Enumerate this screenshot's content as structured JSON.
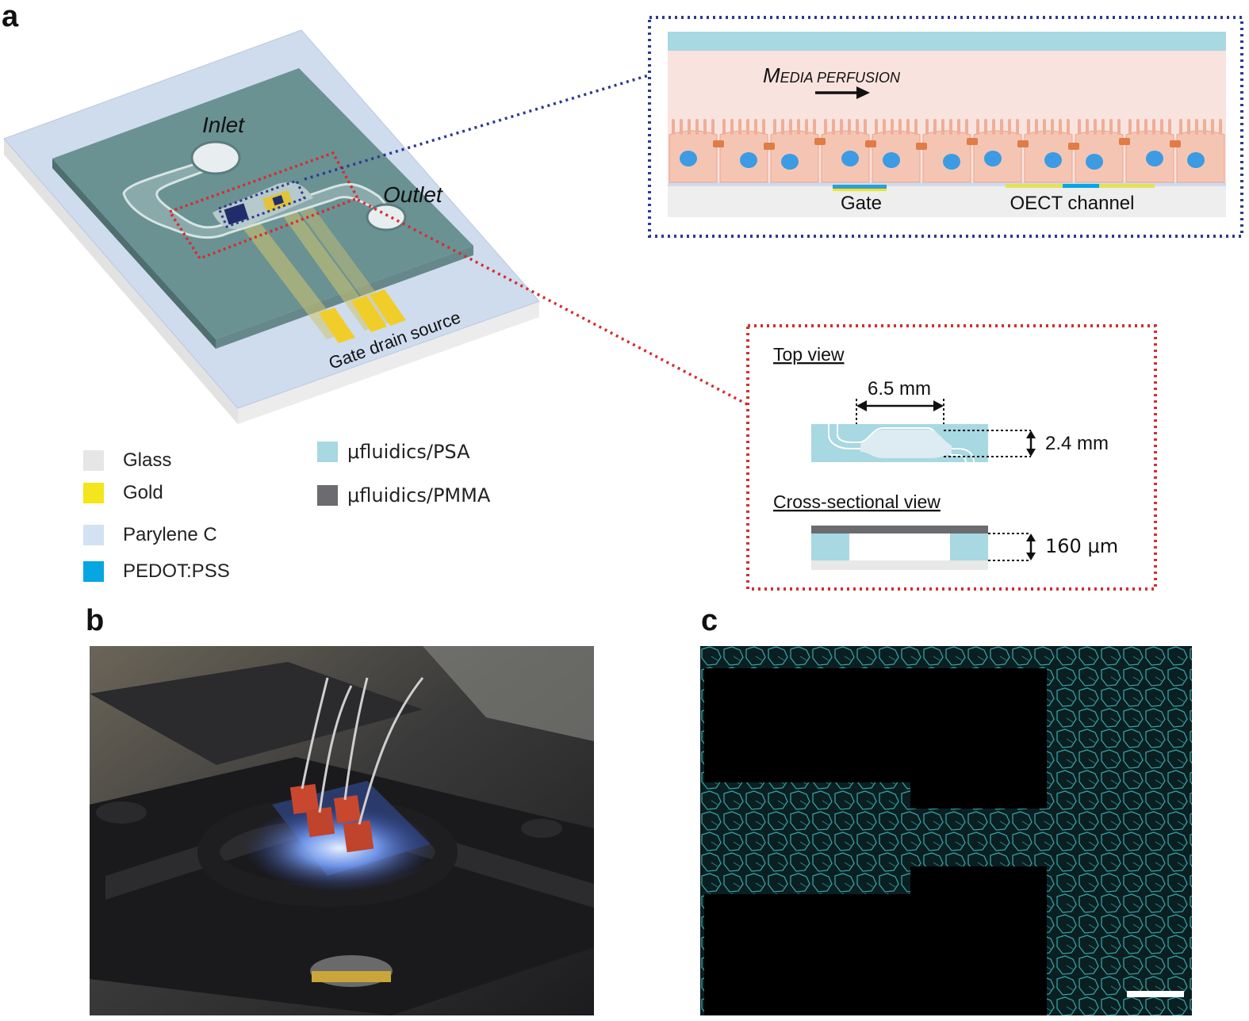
{
  "panels": {
    "a": "a",
    "b": "b",
    "c": "c"
  },
  "device": {
    "inlet": "Inlet",
    "outlet": "Outlet",
    "contacts": "Gate drain source"
  },
  "inset_cells": {
    "flow_label_cap1": "M",
    "flow_label_rest1": "EDIA PERFUSION",
    "gate": "Gate",
    "channel": "OECT channel"
  },
  "inset_dims": {
    "top_view": "Top view",
    "length": "6.5 mm",
    "width": "2.4 mm",
    "cross_view": "Cross-sectional view",
    "height": "160 μm"
  },
  "legend": [
    {
      "label": "Glass",
      "color": "#e6e6e6"
    },
    {
      "label": "Gold",
      "color": "#f4e51d"
    },
    {
      "label": "Parylene C",
      "color": "#d3e2f2"
    },
    {
      "label": "PEDOT:PSS",
      "color": "#06a6e2"
    },
    {
      "label": "μfluidics/PSA",
      "color": "#a8d8e2"
    },
    {
      "label": "μfluidics/PMMA",
      "color": "#6b6b70"
    }
  ],
  "colors": {
    "blue_dotted": "#2e3a8f",
    "red_dotted": "#d32f2f",
    "cell": "#f5c5b3",
    "nucleus": "#3d9be3",
    "junction": "#e07c45",
    "media": "#f9e3de",
    "psa": "#a8d8e2"
  }
}
